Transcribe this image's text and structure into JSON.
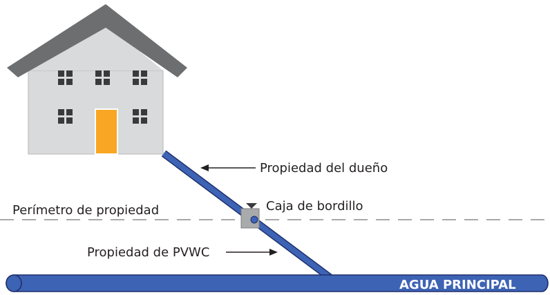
{
  "labels": {
    "owner_property": "Propiedad del dueño",
    "curb_box": "Caja de bordillo",
    "property_line": "Perímetro de propiedad",
    "pvwc_property": "Propiedad de PVWC",
    "water_main": "AGUA PRINCIPAL"
  },
  "colors": {
    "pipe": "#3d63b5",
    "pipe_outline": "#1f2f6b",
    "house_wall": "#d9dadc",
    "roof": "#6d6e70",
    "window": "#3a3a3c",
    "door": "#f8a623",
    "curb_box": "#a9aaac",
    "text": "#231f20"
  }
}
